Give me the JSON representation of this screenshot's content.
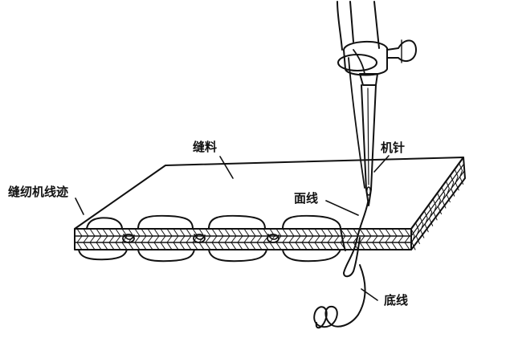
{
  "labels": {
    "fabric": "缝料",
    "needle": "机针",
    "stitch_trace": "缝纫机线迹",
    "upper_thread": "面线",
    "lower_thread": "底线"
  },
  "colors": {
    "ink": "#111111",
    "paper": "#ffffff"
  }
}
